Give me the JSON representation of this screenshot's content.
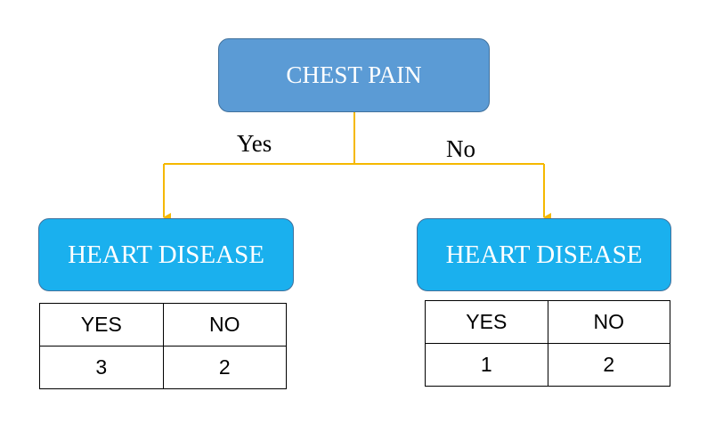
{
  "root": {
    "label": "CHEST PAIN"
  },
  "branches": [
    {
      "edge_label": "Yes",
      "node_label": "HEART DISEASE",
      "table": {
        "headers": [
          "YES",
          "NO"
        ],
        "values": [
          "3",
          "2"
        ]
      }
    },
    {
      "edge_label": "No",
      "node_label": "HEART DISEASE",
      "table": {
        "headers": [
          "YES",
          "NO"
        ],
        "values": [
          "1",
          "2"
        ]
      }
    }
  ],
  "colors": {
    "root_fill": "#5b9bd5",
    "leaf_fill": "#1ab0ee",
    "node_border": "#41719c",
    "connector": "#f5b800"
  }
}
